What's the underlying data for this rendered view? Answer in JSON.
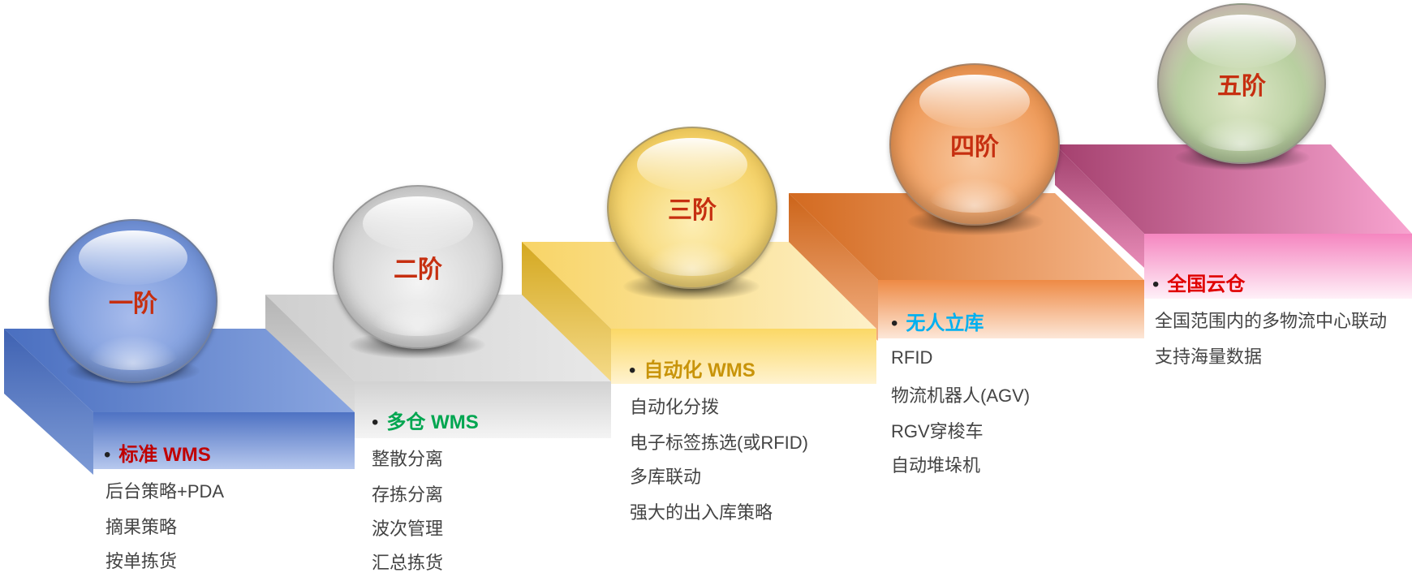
{
  "stages": [
    {
      "level": "一阶",
      "title": "标准 WMS",
      "title_color": "#c00000",
      "items": [
        "后台策略+PDA",
        "摘果策略",
        "按单拣货"
      ],
      "colors": {
        "ball": "#7a9ad8",
        "top": "#6c8ccf",
        "side": "#4a6cb8",
        "front": "#4f73c2"
      }
    },
    {
      "level": "二阶",
      "title": "多仓 WMS",
      "title_color": "#00a650",
      "items": [
        "整散分离",
        "存拣分离",
        "波次管理",
        "汇总拣货"
      ],
      "colors": {
        "ball": "#d6d6d6",
        "top": "#dcdcdc",
        "side": "#b9b9b9",
        "front": "#cfcfcf"
      }
    },
    {
      "level": "三阶",
      "title": "自动化 WMS",
      "title_color": "#c8940a",
      "items": [
        "自动化分拨",
        "电子标签拣选(或RFID)",
        "多库联动",
        "强大的出入库策略"
      ],
      "colors": {
        "ball": "#f7d878",
        "top": "#fbe49a",
        "side": "#e0b936",
        "front": "#fbdf7c"
      }
    },
    {
      "level": "四阶",
      "title": "无人立库",
      "title_color": "#00b0f0",
      "items": [
        "RFID",
        "物流机器人(AGV)",
        "RGV穿梭车",
        "自动堆垛机"
      ],
      "colors": {
        "ball": "#f2a66a",
        "top": "#eea26b",
        "side": "#d9772e",
        "front": "#f4a06a"
      }
    },
    {
      "level": "五阶",
      "title": "全国云仓",
      "title_color": "#e00000",
      "items": [
        "全国范围内的多物流中心联动",
        "支持海量数据"
      ],
      "colors": {
        "ball": "#c8d2b4",
        "top": "#f19ac6",
        "side": "#b0507e",
        "front": "#f6a9d0"
      }
    }
  ]
}
